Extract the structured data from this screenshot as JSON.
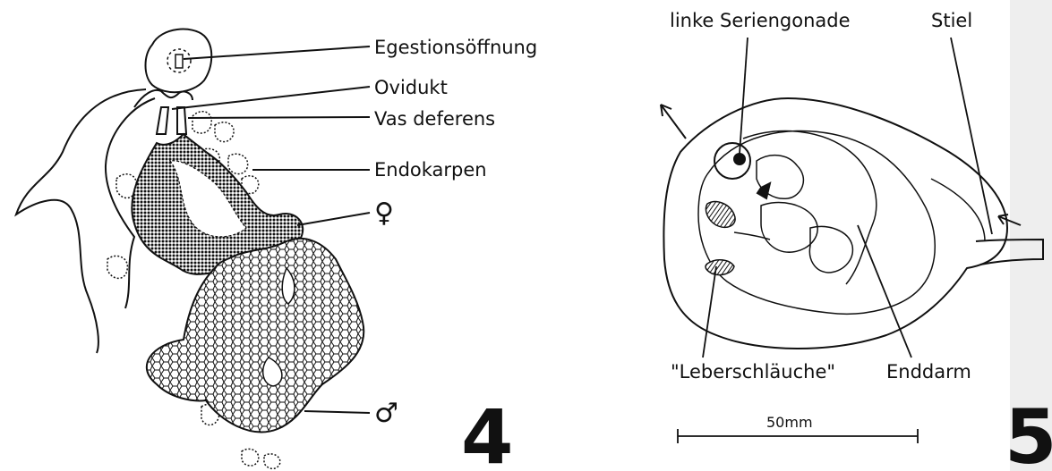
{
  "figure_4": {
    "number": "4",
    "labels": {
      "egestion": "Egestionsöffnung",
      "oviduct": "Ovidukt",
      "vas_deferens": "Vas deferens",
      "endocarp": "Endokarpen",
      "female": "♀",
      "male": "♂"
    }
  },
  "figure_5": {
    "number": "5",
    "labels": {
      "left_gonad": "linke Seriengonade",
      "stalk": "Stiel",
      "liver_tubes": "\"Leberschläuche\"",
      "rectum": "Enddarm"
    },
    "scale_bar": {
      "label": "50mm"
    }
  }
}
